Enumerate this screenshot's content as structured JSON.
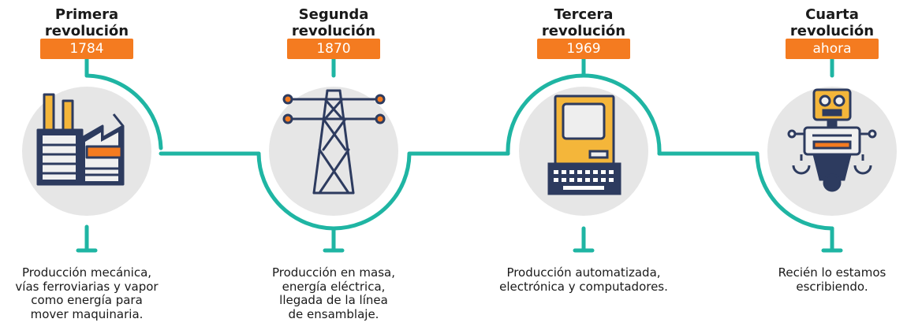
{
  "stages": [
    {
      "title_line1": "Primera",
      "title_line2": "revolución",
      "year": "1784",
      "icon": "factory-icon",
      "desc": [
        "Producción mecánica,",
        "vías ferroviarias y vapor",
        "como energía para",
        "mover maquinaria."
      ]
    },
    {
      "title_line1": "Segunda",
      "title_line2": "revolución",
      "year": "1870",
      "icon": "power-tower-icon",
      "desc": [
        "Producción en masa,",
        "energía eléctrica,",
        "llegada de la línea",
        "de ensamblaje."
      ]
    },
    {
      "title_line1": "Tercera",
      "title_line2": "revolución",
      "year": "1969",
      "icon": "computer-icon",
      "desc": [
        "Producción automatizada,",
        "electrónica y computadores."
      ]
    },
    {
      "title_line1": "Cuarta",
      "title_line2": "revolución",
      "year": "ahora",
      "icon": "robot-icon",
      "desc": [
        "Recién lo estamos",
        "escribiendo."
      ]
    }
  ],
  "colors": {
    "teal": "#1fb5a3",
    "orange": "#f47b20",
    "gray": "#e8e8e8",
    "yellow": "#f4b63a",
    "navy": "#2d3b5f"
  }
}
